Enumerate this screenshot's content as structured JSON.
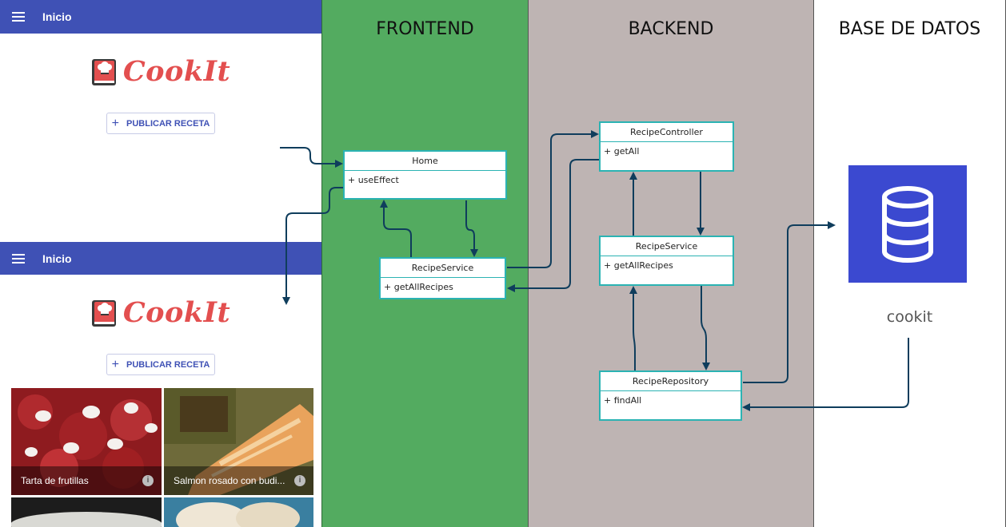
{
  "app_top": {
    "appbar_title": "Inicio",
    "logo_text": "CookIt",
    "publish_label": "PUBLICAR RECETA"
  },
  "app_bottom": {
    "appbar_title": "Inicio",
    "logo_text": "CookIt",
    "publish_label": "PUBLICAR RECETA",
    "recipes": [
      {
        "title": "Tarta de frutillas"
      },
      {
        "title": "Salmon rosado con budi..."
      }
    ]
  },
  "columns": {
    "frontend": "FRONTEND",
    "backend": "BACKEND",
    "database": "BASE DE DATOS"
  },
  "frontend": {
    "home": {
      "name": "Home",
      "method": "+ useEffect"
    },
    "recipe_service": {
      "name": "RecipeService",
      "method": "+ getAllRecipes"
    }
  },
  "backend": {
    "recipe_controller": {
      "name": "RecipeController",
      "method": "+ getAll"
    },
    "recipe_service": {
      "name": "RecipeService",
      "method": "+ getAllRecipes"
    },
    "recipe_repository": {
      "name": "RecipeRepository",
      "method": "+ findAll"
    }
  },
  "database": {
    "name": "cookit"
  },
  "colors": {
    "appbar": "#3f51b5",
    "frontend_bg": "#53ab60",
    "backend_bg": "#beb4b3",
    "db_tile": "#3b49d0",
    "uml_border": "#2bb3b3",
    "arrow": "#0f3d5c",
    "logo": "#e34f4f"
  }
}
